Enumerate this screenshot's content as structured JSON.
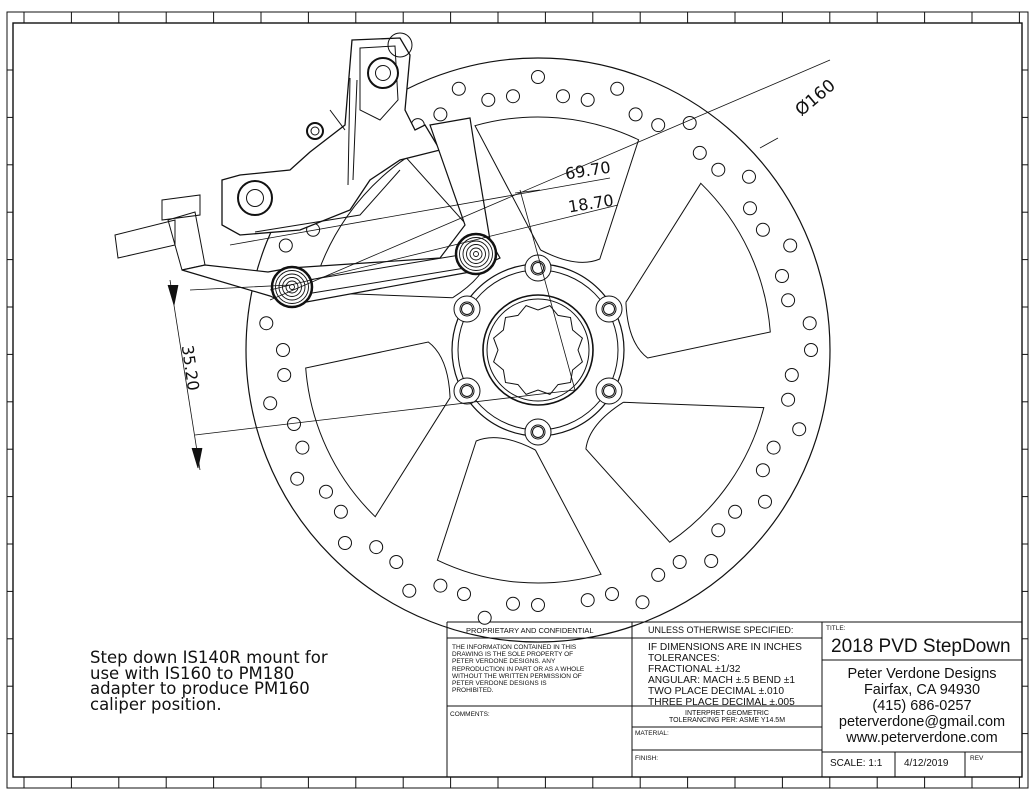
{
  "note": "Step down IS140R mount for\nuse with IS160 to PM180\nadapter to produce PM160\ncaliper position.",
  "dimensions": {
    "d1": "69.70",
    "d2": "18.70",
    "d3": "35.20",
    "diameter": "Ø160"
  },
  "title_block": {
    "proprietary_header": "PROPRIETARY AND CONFIDENTIAL",
    "proprietary_text": [
      "THE INFORMATION CONTAINED IN THIS",
      "DRAWING IS THE SOLE PROPERTY OF",
      "PETER VERDONE DESIGNS.  ANY",
      "REPRODUCTION IN PART OR AS A WHOLE",
      "WITHOUT THE WRITTEN PERMISSION OF",
      "PETER VERDONE DESIGNS IS",
      "PROHIBITED."
    ],
    "comments_label": "COMMENTS:",
    "unless_header": "UNLESS OTHERWISE SPECIFIED:",
    "tolerances": [
      "IF DIMENSIONS ARE IN INCHES",
      "TOLERANCES:",
      "FRACTIONAL    ±1/32",
      "ANGULAR: MACH    ±.5   BEND    ±1",
      "TWO PLACE DECIMAL         ±.010",
      "THREE PLACE DECIMAL        ±.005"
    ],
    "interpret": [
      "INTERPRET GEOMETRIC",
      "TOLERANCING PER: ASME Y14.5M"
    ],
    "material_label": "MATERIAL:",
    "finish_label": "FINISH:",
    "title_label": "TITLE:",
    "title": "2018 PVD StepDown",
    "company": [
      "Peter Verdone Designs",
      "Fairfax, CA 94930",
      "(415) 686-0257",
      "peterverdone@gmail.com",
      "www.peterverdone.com"
    ],
    "scale": "SCALE: 1:1",
    "date": "4/12/2019",
    "rev_label": "REV"
  }
}
